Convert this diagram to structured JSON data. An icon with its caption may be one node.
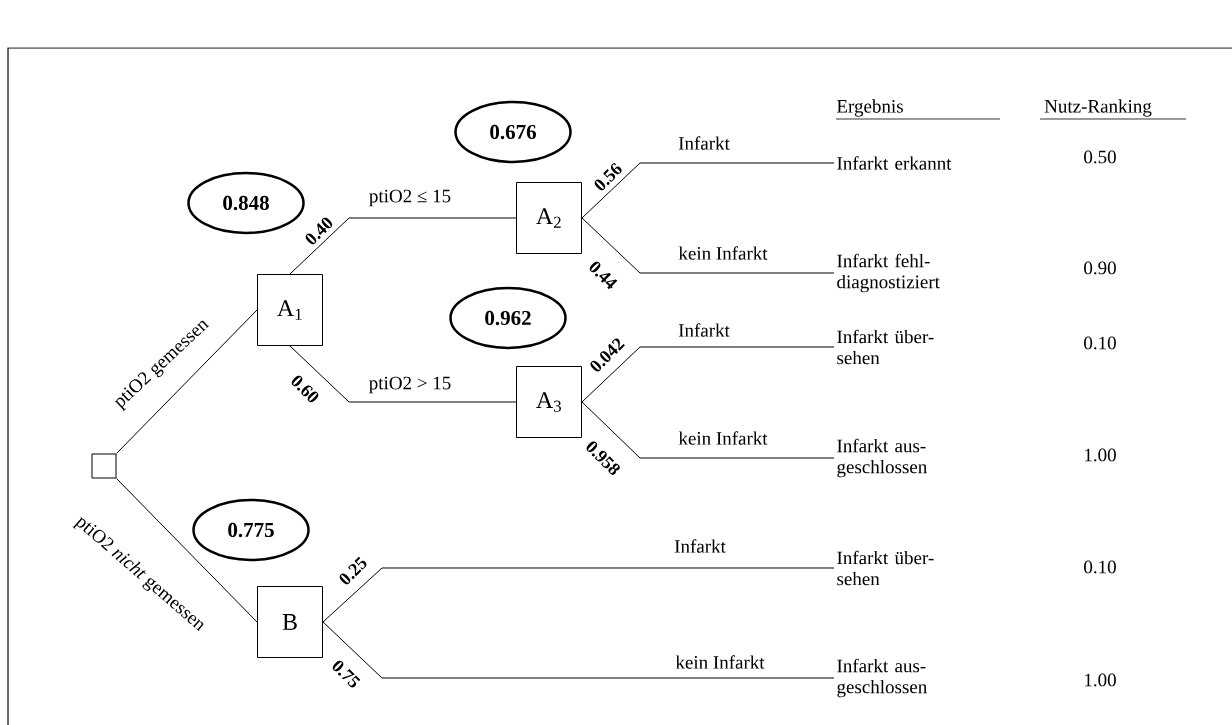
{
  "diagram": {
    "nodes": [
      {
        "text": [],
        "shape": "box"
      },
      {
        "text": [
          "A$_{1}$"
        ]
      },
      {
        "text": [
          "A$_{2}$"
        ]
      },
      {
        "text": [
          "A$_{3}$"
        ]
      },
      {
        "text": [
          "B"
        ]
      },
      {
        "text": [
          "Infarkt erkannt"
        ]
      },
      {
        "text": [
          "Infarkt fehl- diagnostiziert"
        ]
      },
      {
        "text": [
          "Infarkt über- sehen"
        ]
      },
      {
        "text": [
          "Infarkt aus- geschlossen"
        ]
      },
      {
        "text": [
          "Infarkt über- sehen"
        ]
      },
      {
        "text": [
          "Infarkt aus- geschlossen"
        ]
      },
      {
        "text": [
          "0.848"
        ]
      },
      {
        "text": [
          "0.676"
        ]
      },
      {
        "text": [
          "0.962"
        ]
      },
      {
        "text": [
          "0.775"
        ]
      }
    ],
    "edges": [
      {
        "from": 0,
        "to": 1,
        "arrow": "none",
        "label": "ptiO2 gemessen"
      },
      {
        "from": 0,
        "to": 4,
        "arrow": "none",
        "label": "ptiO2 *nicht* gemessen"
      },
      {
        "from": 1,
        "to": 2,
        "arrow": "none",
        "label": "ptiO2 ≤ 15"
      },
      {
        "from": 1,
        "to": 3,
        "arrow": "none",
        "label": "ptiO2 > 15"
      },
      {
        "from": 2,
        "to": 5,
        "arrow": "none",
        "label": "Infarkt"
      },
      {
        "from": 2,
        "to": 6,
        "arrow": "none",
        "label": "kein Infarkt"
      },
      {
        "from": 3,
        "to": 7,
        "arrow": "none",
        "label": "Infarkt"
      },
      {
        "from": 3,
        "to": 8,
        "arrow": "none",
        "label": "kein Infarkt"
      },
      {
        "from": 4,
        "to": 9,
        "arrow": "none",
        "label": "Infarkt"
      },
      {
        "from": 4,
        "to": 10,
        "arrow": "none",
        "label": "kein Infarkt"
      }
    ],
    "labels": [
      "Ergebnis",
      "Nutz-Ranking",
      "0.56",
      "0.40",
      "0.44",
      "0.60",
      "0.042",
      "0.958",
      "0.25",
      "0.75",
      "0.50",
      "0.90",
      "0.10",
      "1.00",
      "0.10",
      "1.00"
    ]
  }
}
